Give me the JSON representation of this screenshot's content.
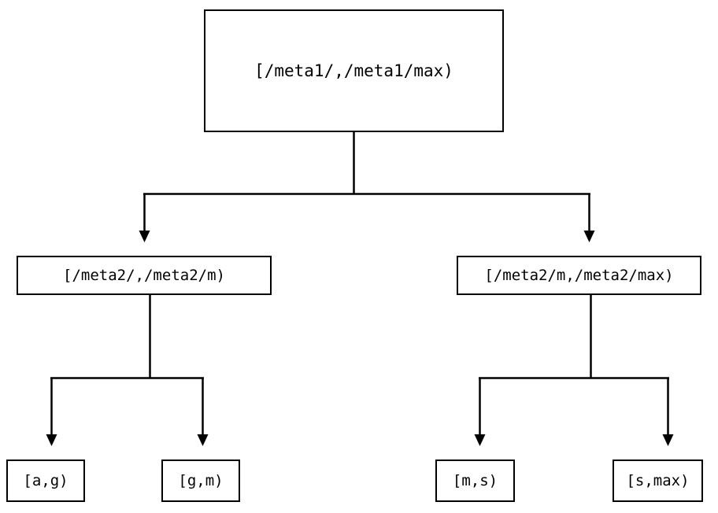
{
  "diagram": {
    "type": "tree",
    "orientation": "top-down",
    "background_color": "#ffffff",
    "line_color": "#000000",
    "text_color": "#000000",
    "nodes": {
      "root": {
        "label": "[/meta1/,/meta1/max)"
      },
      "meta2_low": {
        "label": "[/meta2/,/meta2/m)"
      },
      "meta2_high": {
        "label": "[/meta2/m,/meta2/max)"
      },
      "leaf_ag": {
        "label": "[a,g)"
      },
      "leaf_gm": {
        "label": "[g,m)"
      },
      "leaf_ms": {
        "label": "[m,s)"
      },
      "leaf_smax": {
        "label": "[s,max)"
      }
    },
    "edges": [
      {
        "from": "root",
        "to": "meta2_low",
        "arrow": "triangle-down"
      },
      {
        "from": "root",
        "to": "meta2_high",
        "arrow": "triangle-down"
      },
      {
        "from": "meta2_low",
        "to": "leaf_ag",
        "arrow": "triangle-down"
      },
      {
        "from": "meta2_low",
        "to": "leaf_gm",
        "arrow": "triangle-down"
      },
      {
        "from": "meta2_high",
        "to": "leaf_ms",
        "arrow": "triangle-down"
      },
      {
        "from": "meta2_high",
        "to": "leaf_smax",
        "arrow": "triangle-down"
      }
    ]
  }
}
